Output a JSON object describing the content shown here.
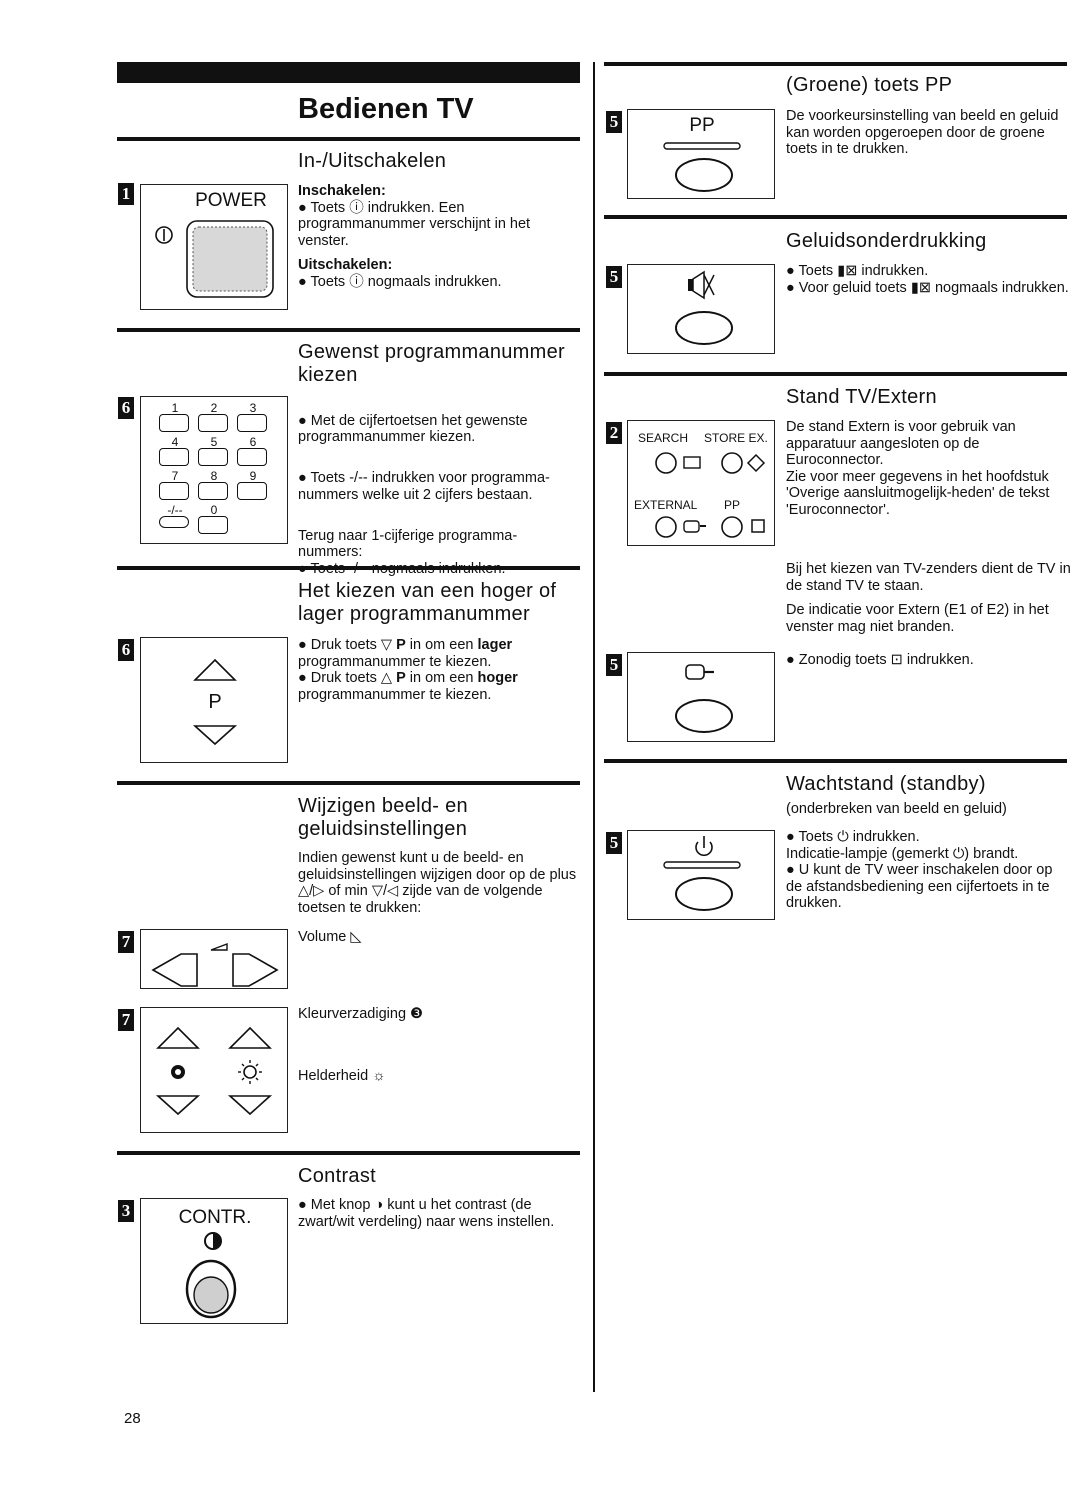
{
  "page": {
    "title": "Bedienen TV",
    "page_number": "28"
  },
  "left": {
    "power": {
      "badge": "1",
      "heading": "In-/Uitschakelen",
      "box_label": "POWER",
      "on_title": "Inschakelen:",
      "on_text": "● Toets ⓘ indrukken. Een programmanummer verschijnt in het venster.",
      "off_title": "Uitschakelen:",
      "off_text": "● Toets ⓘ nogmaals indrukken."
    },
    "number": {
      "badge": "6",
      "heading": "Gewenst programmanummer kiezen",
      "keys": [
        "1",
        "2",
        "3",
        "4",
        "5",
        "6",
        "7",
        "8",
        "9",
        "-/--",
        "0"
      ],
      "p1": "● Met de cijfertoetsen het gewenste programmanummer kiezen.",
      "p2": "● Toets -/-- indrukken voor programma-\nnummers welke uit 2 cijfers bestaan.",
      "p3": "Terug naar 1-cijferige programma-\nnummers:\n● Toets -/-- nogmaals indrukken."
    },
    "updown": {
      "badge": "6",
      "heading": "Het kiezen van een hoger of lager programmanummer",
      "box_label": "P",
      "p1a": "● Druk toets ▽ ",
      "p1b": "P",
      "p1c": " in om een ",
      "p1d": "lager",
      "p1e": " programmanummer te kiezen.",
      "p2a": "● Druk toets △ ",
      "p2b": "P",
      "p2c": " in om een ",
      "p2d": "hoger",
      "p2e": " programmanummer te kiezen."
    },
    "settings": {
      "heading": "Wijzigen beeld- en geluidsinstellingen",
      "intro": "Indien gewenst kunt u de beeld- en geluidsinstellingen wijzigen door op de plus △/▷ of min ▽/◁ zijde van de volgende toetsen te drukken:",
      "badge_volume": "7",
      "volume": "Volume ◺",
      "badge_color": "7",
      "kleur": "Kleurverzadiging ❸",
      "helder": "Helderheid ☼"
    },
    "contrast": {
      "badge": "3",
      "heading": "Contrast",
      "box_label": "CONTR.",
      "text": "● Met knop ◑ kunt u het contrast (de zwart/wit verdeling) naar wens instellen."
    }
  },
  "right": {
    "pp": {
      "badge": "5",
      "heading": "(Groene) toets PP",
      "box_label": "PP",
      "text": "De voorkeursinstelling van beeld en geluid kan worden opgeroepen door de groene toets in te drukken."
    },
    "mute": {
      "badge": "5",
      "heading": "Geluidsonderdrukking",
      "box_label": "▮⊠",
      "p1": "● Toets ▮⊠ indrukken.",
      "p2": "● Voor geluid toets ▮⊠ nogmaals indrukken."
    },
    "extern": {
      "badge": "2",
      "heading": "Stand TV/Extern",
      "search": "SEARCH",
      "store": "STORE EX.",
      "external": "EXTERNAL",
      "pp": "PP",
      "p1": "De stand Extern is voor gebruik van apparatuur aangesloten op de Euroconnector.\nZie voor meer gegevens in het hoofdstuk 'Overige aansluitmogelijk-heden' de tekst 'Euroconnector'.",
      "p2": "Bij het kiezen van TV-zenders dient de TV in de stand TV te staan.",
      "p3": "De indicatie voor Extern (E1 of E2) in het venster mag niet branden.",
      "badge2": "5",
      "p4": "● Zonodig toets ⊡ indrukken."
    },
    "standby": {
      "badge": "5",
      "heading": "Wachtstand (standby)",
      "sub": "(onderbreken van beeld en geluid)",
      "box_label": "⏻",
      "text": "● Toets ⏻ indrukken.\nIndicatie-lampje (gemerkt ⏻) brandt.\n● U kunt de TV weer inschakelen door op de afstandsbediening een cijfertoets in te drukken."
    }
  }
}
